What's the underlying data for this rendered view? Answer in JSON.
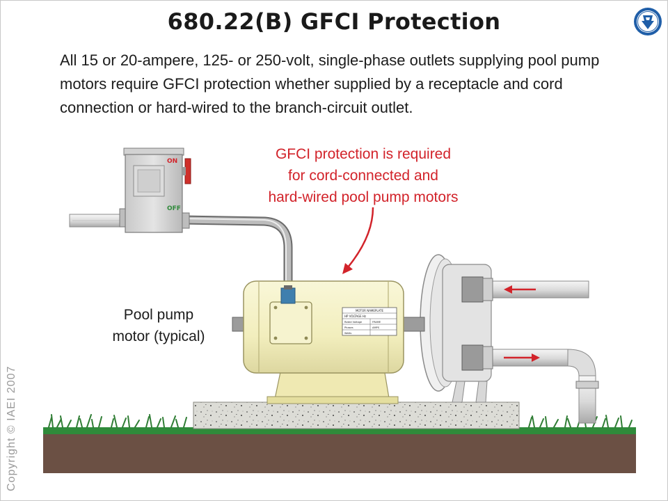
{
  "title": "680.22(B) GFCI Protection",
  "intro": "All 15 or 20-ampere, 125- or 250-volt, single-phase outlets supplying pool pump motors require GFCI protection whether supplied by a receptacle and cord connection or hard-wired to the branch-circuit outlet.",
  "callout": {
    "line1": "GFCI protection is required",
    "line2": "for cord-connected and",
    "line3": "hard-wired pool pump motors"
  },
  "motor_label": {
    "line1": "Pool pump",
    "line2": "motor (typical)"
  },
  "disconnect": {
    "on_label": "ON",
    "off_label": "OFF"
  },
  "nameplate": {
    "heading": "MOTOR NAMEPLATE",
    "row1": "HP   VOLTAGE   Hz",
    "row2a": "Rated Voltage",
    "row2b": "FRAME",
    "row3a": "Phases",
    "row3b": "AMPS",
    "row4a": "Watts"
  },
  "copyright": "Copyright © IAEI 2007",
  "colors": {
    "callout_red": "#d2232a",
    "motor_yellow": "#f5f2c4",
    "grass_green": "#2f8a3a",
    "soil_brown": "#6b5044",
    "concrete": "#dcdcd6"
  },
  "icons": {
    "logo": "iaei-keystone-seal-icon",
    "flow_in": "red-arrow-left-icon",
    "flow_out": "red-arrow-right-icon"
  }
}
